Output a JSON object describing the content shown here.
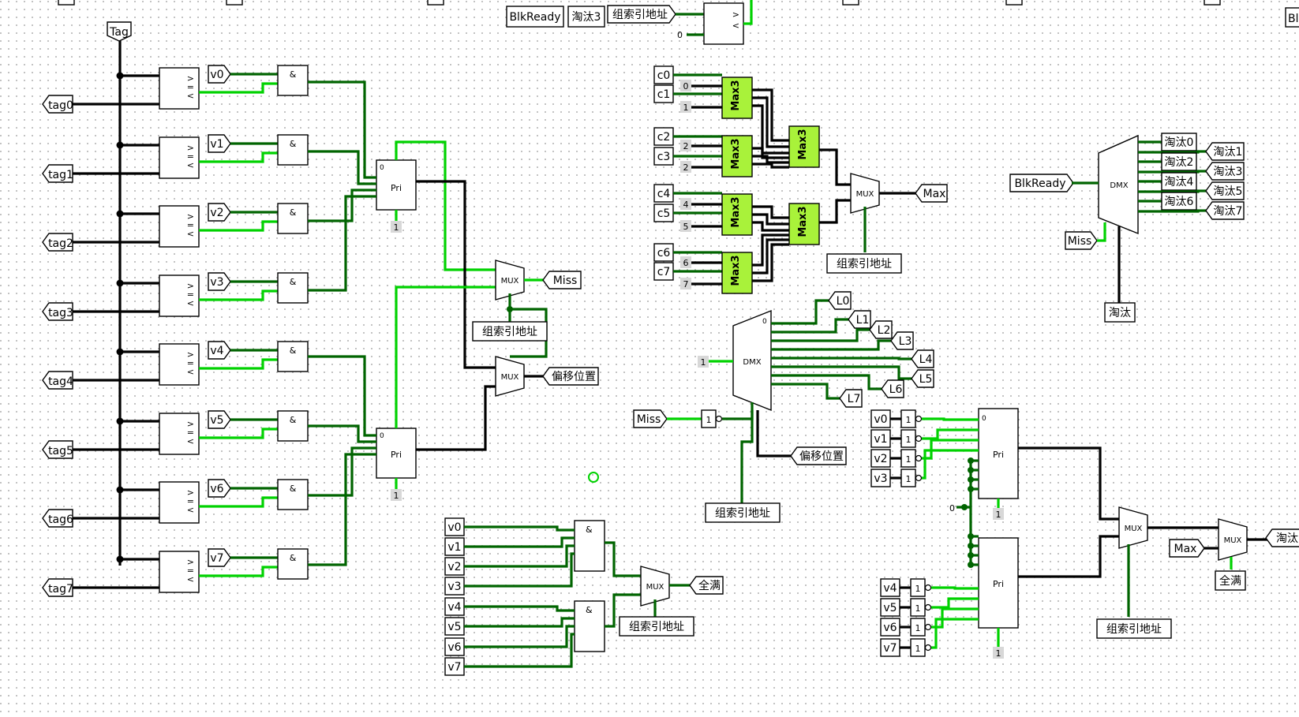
{
  "tags": [
    "tag0",
    "tag1",
    "tag2",
    "tag3",
    "tag4",
    "tag5",
    "tag6",
    "tag7"
  ],
  "tag_bus": "Tag",
  "valids": [
    "v0",
    "v1",
    "v2",
    "v3",
    "v4",
    "v5",
    "v6",
    "v7"
  ],
  "gate_and": "&",
  "pri": "Pri",
  "mux": "MUX",
  "dmx": "DMX",
  "max3": "Max3",
  "miss": "Miss",
  "offset": "偏移位置",
  "set_index": "组索引地址",
  "blkready": "BlkReady",
  "evict3": "淘汰3",
  "evict": "淘汰",
  "full": "全满",
  "max": "Max",
  "zero": "0",
  "one": "1",
  "counters": [
    "c0",
    "c1",
    "c2",
    "c3",
    "c4",
    "c5",
    "c6",
    "c7"
  ],
  "max_consts": [
    "0",
    "1",
    "2",
    "2",
    "4",
    "5",
    "6",
    "7"
  ],
  "lines": [
    "L0",
    "L1",
    "L2",
    "L3",
    "L4",
    "L5",
    "L6",
    "L7"
  ],
  "evict_even": [
    "淘汰0",
    "淘汰2",
    "淘汰4",
    "淘汰6"
  ],
  "evict_odd": [
    "淘汰1",
    "淘汰3",
    "淘汰5",
    "淘汰7"
  ],
  "bl_cut": "Bl",
  "cmp_syms": [
    ">",
    "=",
    "<"
  ],
  "colors": {
    "wire_true": "#00d200",
    "wire_false": "#006400",
    "max3_fill": "#a9f23a"
  }
}
